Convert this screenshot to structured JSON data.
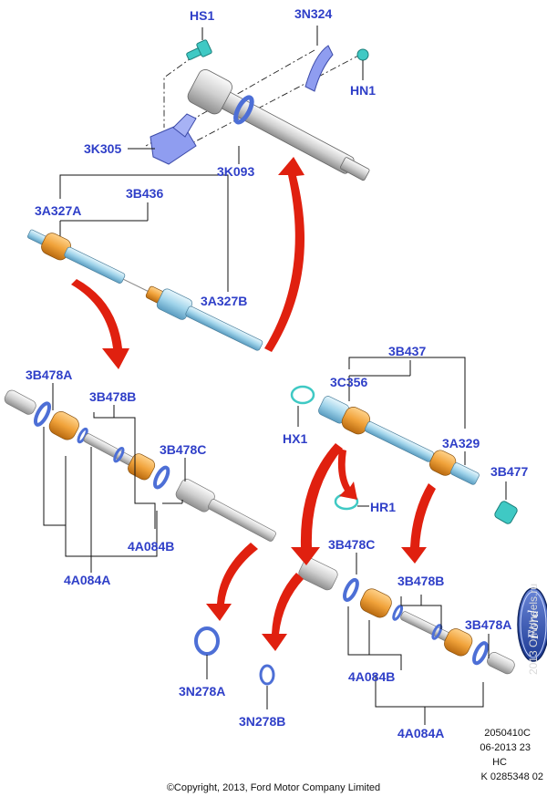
{
  "diagram": {
    "callouts": {
      "hs1": "HS1",
      "n3n324": "3N324",
      "hn1": "HN1",
      "n3k305": "3K305",
      "n3k093": "3K093",
      "n3b436": "3B436",
      "n3a327a": "3A327A",
      "n3a327b": "3A327B",
      "n3b478a_l": "3B478A",
      "n3b478b_l": "3B478B",
      "n3b478c_l": "3B478C",
      "n4a084b_l": "4A084B",
      "n4a084a_l": "4A084A",
      "n3b437": "3B437",
      "n3c356": "3C356",
      "hx1": "HX1",
      "n3a329": "3A329",
      "n3b477": "3B477",
      "hr1": "HR1",
      "n3b478c_r": "3B478C",
      "n3b478b_r": "3B478B",
      "n3b478a_r": "3B478A",
      "n4a084b_r": "4A084B",
      "n4a084a_r": "4A084A",
      "n3n278a": "3N278A",
      "n3n278b": "3N278B"
    },
    "reference": {
      "line1": "2050410C",
      "line2": "06-2013 23",
      "line3": "HC",
      "line4": "K 0285348 02"
    },
    "copyright": "©Copyright, 2013, Ford Motor Company Limited",
    "logo_text": "Ford",
    "watermark": "2013 OnWheels.ru",
    "colors": {
      "label": "#2f3fc8",
      "arrow": "#e0200f",
      "boot": "#f0a23a",
      "shaft": "#9fd3ea",
      "ring": "#4d6fd6",
      "clip": "#3fc9c4"
    }
  }
}
